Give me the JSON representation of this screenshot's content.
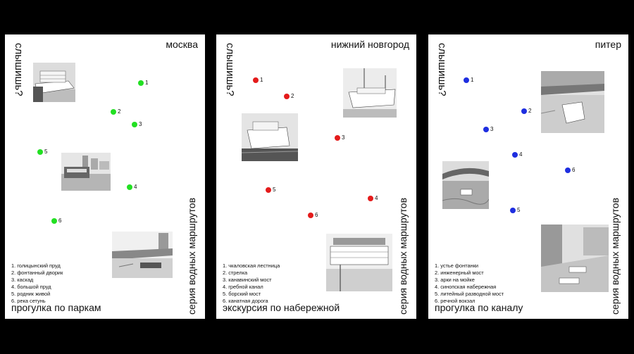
{
  "posters": [
    {
      "tag": "слышишь?",
      "city": "москва",
      "series": "серия водных маршрутов",
      "route": "прогулка по паркам",
      "accent": "#22e022",
      "points": [
        "1",
        "2",
        "3",
        "4",
        "5",
        "6"
      ],
      "legend": [
        "1.  голицынский пруд",
        "2.  фонтанный дворик",
        "3. каскад",
        "4. большой пруд",
        "5. родник живой",
        "6. река сетунь"
      ]
    },
    {
      "tag": "слышишь?",
      "city": "нижний новгород",
      "series": "серия водных маршрутов",
      "route": "экскурсия по набережной",
      "accent": "#e41b1b",
      "points": [
        "1",
        "2",
        "3",
        "4",
        "5",
        "6"
      ],
      "legend": [
        "1. чкаловская лестница",
        "2. стрелка",
        "3. канавинский мост",
        "4. гребной канал",
        "5. борский мост",
        "6. канатная дорога"
      ]
    },
    {
      "tag": "слышишь?",
      "city": "питер",
      "series": "серия водных маршрутов",
      "route": "прогулка по каналу",
      "accent": "#1e2ee0",
      "points": [
        "1",
        "2",
        "3",
        "4",
        "5",
        "6"
      ],
      "legend": [
        "1. устье фонтанки",
        "2. инженерный мост",
        "3. арки на мойке",
        "4. синопская набережная",
        "5. литейный разводной мост",
        "6. речной вокзал"
      ]
    }
  ]
}
